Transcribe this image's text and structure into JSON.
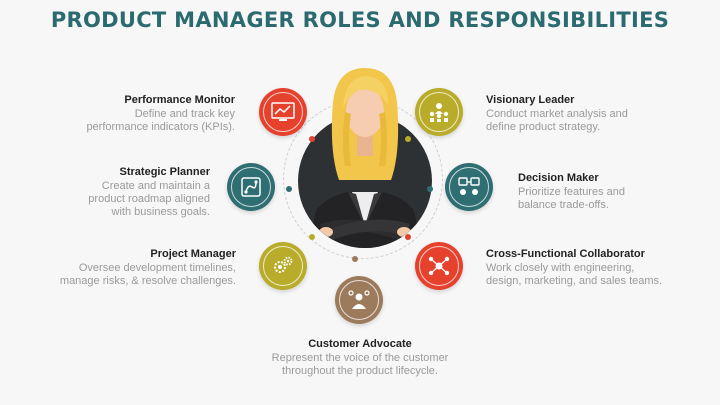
{
  "title": "PRODUCT MANAGER ROLES AND RESPONSIBILITIES",
  "colors": {
    "title": "#2b6b70",
    "red": "#e5412d",
    "olive": "#b8ac2a",
    "teal": "#2f6e72",
    "brown": "#9c7b5d"
  },
  "roles": {
    "performance_monitor": {
      "name": "Performance Monitor",
      "desc1": "Define and track key",
      "desc2": "performance indicators (KPIs).",
      "icon": "chart-report-icon"
    },
    "strategic_planner": {
      "name": "Strategic Planner",
      "desc1": "Create and maintain a",
      "desc2": "product roadmap aligned",
      "desc3": "with business goals.",
      "icon": "roadmap-icon"
    },
    "project_manager": {
      "name": "Project Manager",
      "desc1": "Oversee development timelines,",
      "desc2": "manage risks, & resolve challenges.",
      "icon": "gears-icon"
    },
    "customer_advocate": {
      "name": "Customer Advocate",
      "desc1": "Represent the voice of the customer",
      "desc2": "throughout the product lifecycle.",
      "icon": "customer-icon"
    },
    "visionary_leader": {
      "name": "Visionary Leader",
      "desc1": "Conduct market analysis and",
      "desc2": "define product strategy.",
      "icon": "team-leader-icon"
    },
    "decision_maker": {
      "name": "Decision Maker",
      "desc1": "Prioritize features and",
      "desc2": "balance trade-offs.",
      "icon": "decision-icon"
    },
    "cross_functional": {
      "name": "Cross-Functional Collaborator",
      "desc1": "Work closely with engineering,",
      "desc2": "design, marketing, and sales teams.",
      "icon": "network-icon"
    }
  }
}
